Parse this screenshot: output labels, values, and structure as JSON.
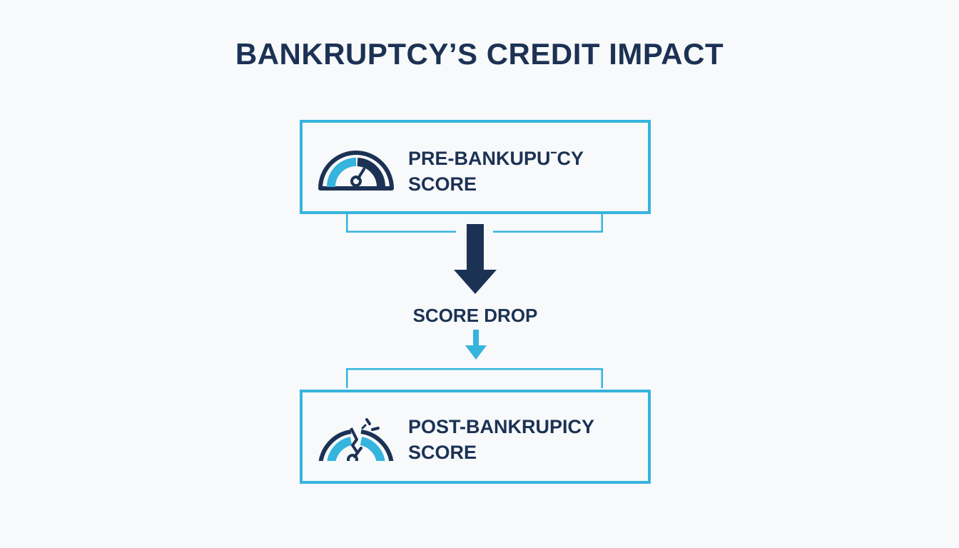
{
  "title": "BANKRUPTCY’S CREDIT IMPACT",
  "pre_box": {
    "line1": "PRE-BANKUPUˉCY",
    "line2": "SCORE",
    "icon": "speedometer-gauge-icon"
  },
  "transition": {
    "label": "SCORE DROP",
    "primary_arrow_icon": "arrow-down-icon",
    "secondary_arrow_icon": "small-arrow-down-icon"
  },
  "post_box": {
    "line1": "POST-BANKRUPICY",
    "line2": "SCORE",
    "icon": "broken-speedometer-gauge-icon"
  },
  "colors": {
    "navy": "#1c3254",
    "accent": "#35b4dd",
    "background": "#f7f9fb"
  }
}
